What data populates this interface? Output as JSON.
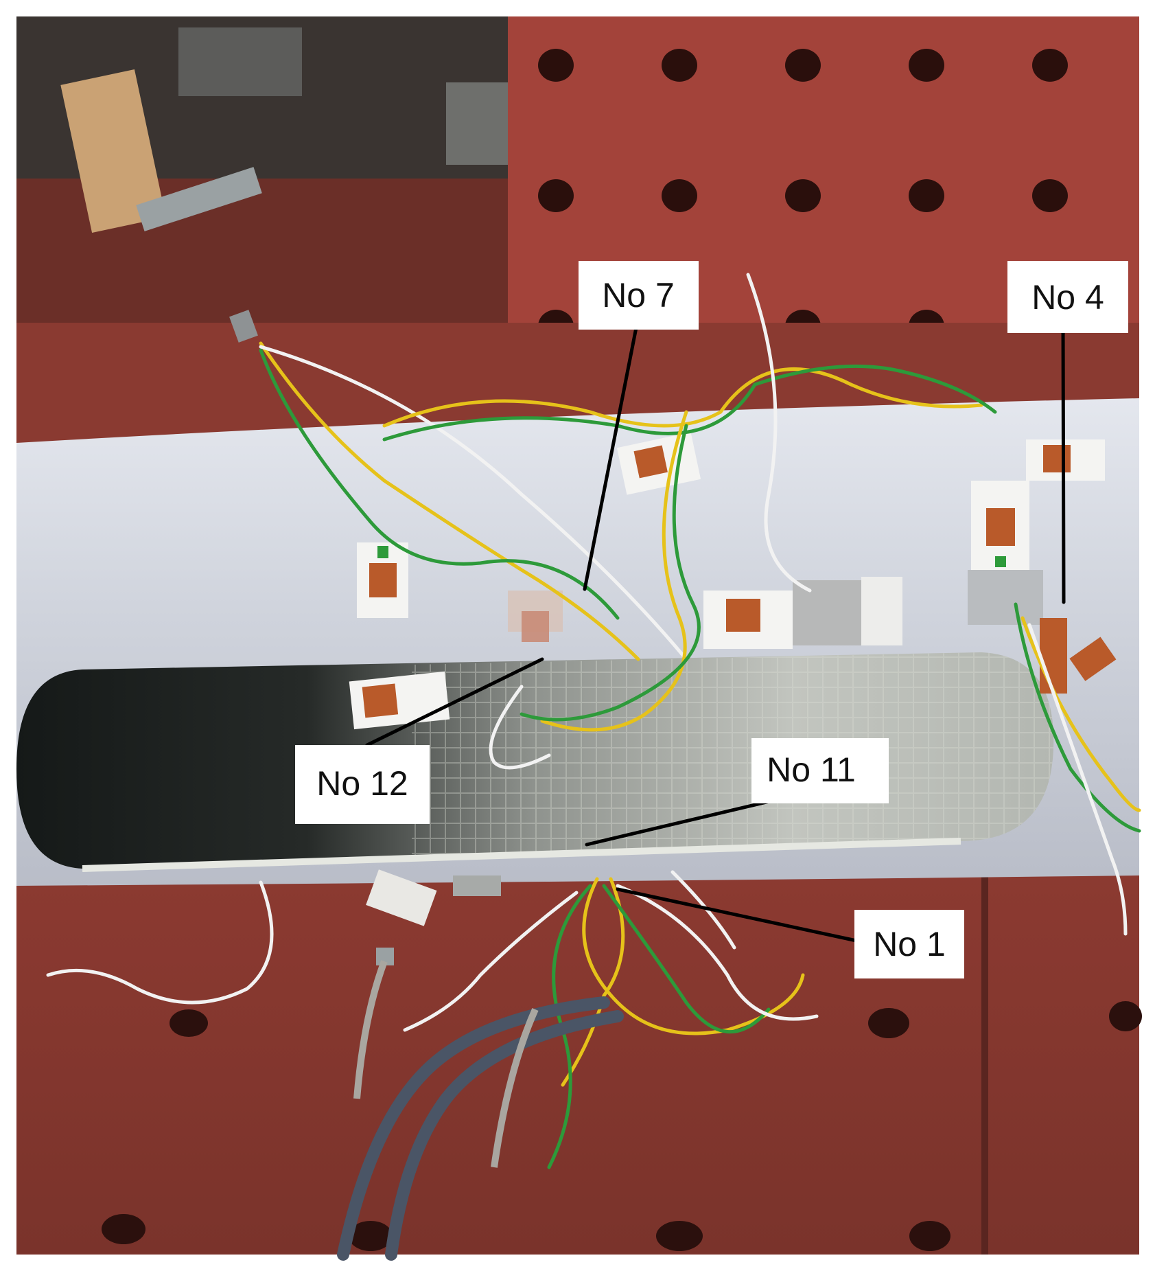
{
  "labels": {
    "no7": "No 7",
    "no4": "No 4",
    "no12": "No 12",
    "no11": "No 11",
    "no1": "No 1"
  },
  "colors": {
    "pipe": "#cfd3dc",
    "steel_frame": "#9b3e33",
    "cutout_dark": "#1b1f1e",
    "cutout_weave": "#b8bcb6",
    "wire_yellow": "#e6c21a",
    "wire_green": "#2d9a3a",
    "wire_white": "#f2f2f2",
    "gauge_copper": "#b95a2a",
    "label_bg": "#ffffff",
    "label_text": "#111111",
    "leader_line": "#000000"
  }
}
